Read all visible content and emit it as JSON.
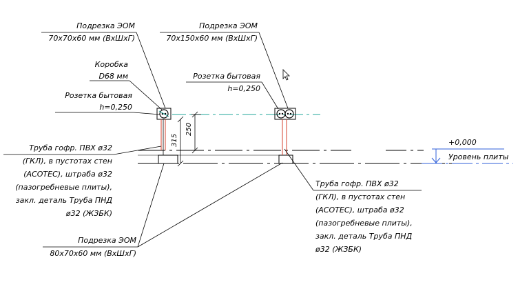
{
  "colors": {
    "line": "#000000",
    "dash_teal": "#1fa59a",
    "blue": "#2f5fd8",
    "red_pipe": "#d4422c",
    "gray": "#808080"
  },
  "labels": {
    "tl_title": "Подрезка ЭОМ",
    "tl_size": "70х70х60 мм (ВхШхГ)",
    "box_title": "Коробка",
    "box_size": "D68 мм",
    "outlet_left_title": "Розетка бытовая",
    "outlet_left_h": "h=0,250",
    "tr_title": "Подрезка ЭОМ",
    "tr_size": "70х150х60 мм (ВхШхГ)",
    "outlet_right_title": "Розетка бытовая",
    "outlet_right_h": "h=0,250",
    "pipe_left": [
      "Труба гофр. ПВХ ø32",
      "(ГКЛ), в пустотах стен",
      "(ACOTEC), штраба ø32",
      "(пазогребневые плиты),",
      "закл. деталь Труба ПНД",
      "ø32 (ЖЗБК)"
    ],
    "pipe_right": [
      "Труба гофр. ПВХ ø32",
      "(ГКЛ), в пустотах стен",
      "(ACOTEC), штраба ø32",
      "(пазогребневые плиты),",
      "закл. деталь Труба ПНД",
      "ø32 (ЖЗБК)"
    ],
    "bottom_title": "Подрезка ЭОМ",
    "bottom_size": "80х70х60 мм (ВхШхГ)",
    "level_value": "+0,000",
    "level_text": "Уровень плиты",
    "dim_250": "250",
    "dim_315": "315"
  },
  "icons": [
    "outlet-left-icon",
    "outlet-right-icon",
    "cursor-icon",
    "level-marker-icon"
  ]
}
